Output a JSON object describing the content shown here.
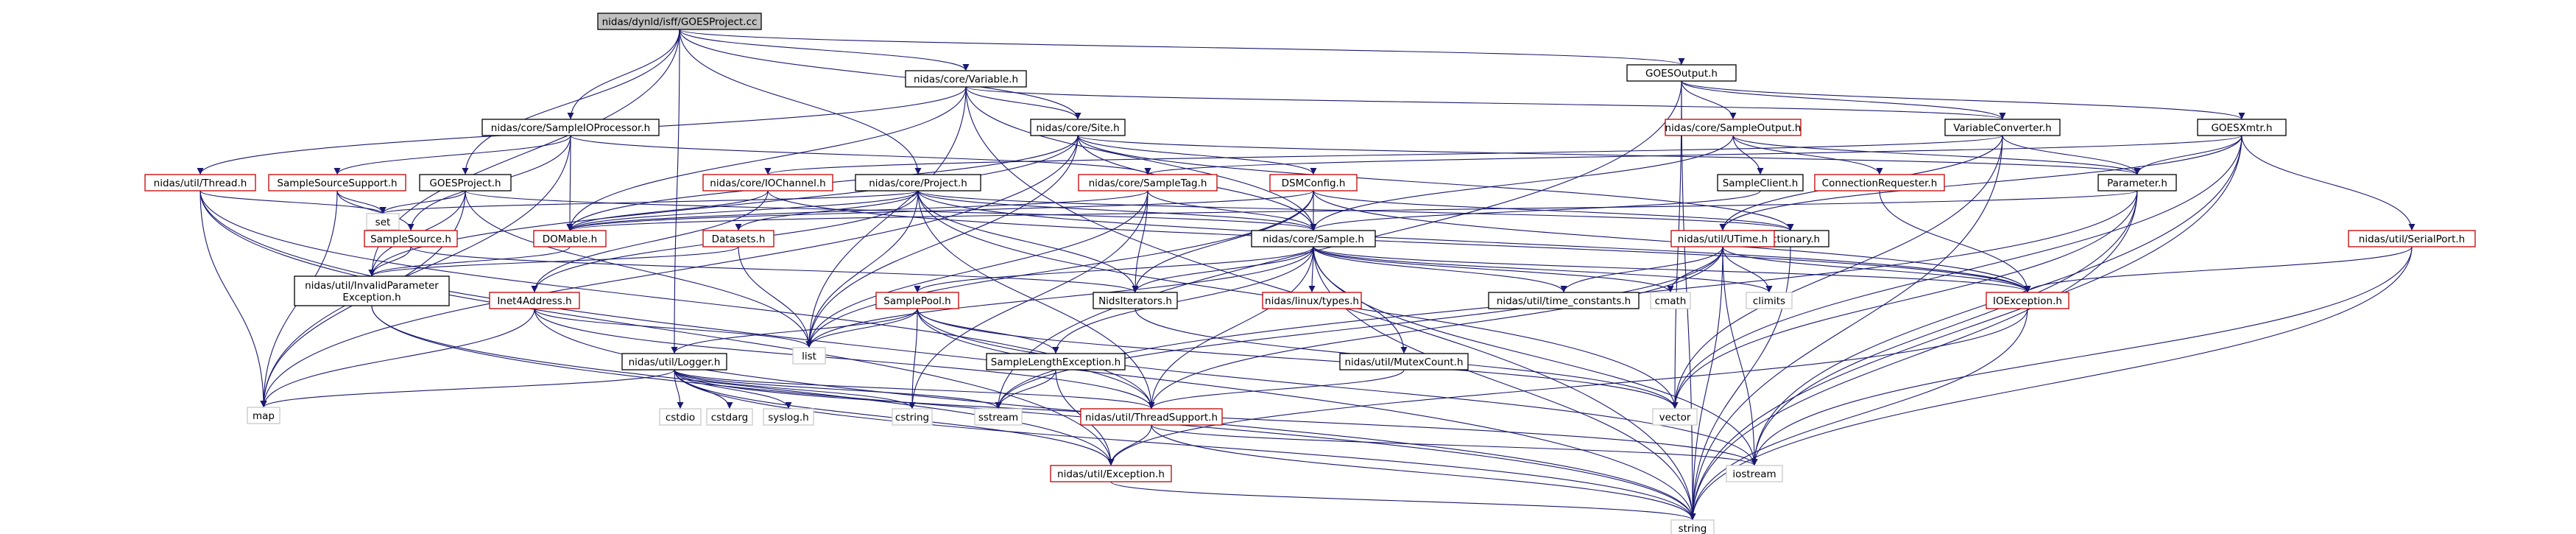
{
  "diagram": {
    "type": "include-dependency-graph",
    "root": "n0",
    "edge_color": "#191970",
    "node_styles": {
      "root": {
        "fill": "#bfbfbf",
        "border": "#000000"
      },
      "documented": {
        "fill": "#ffffff",
        "border": "#000000"
      },
      "undocumented": {
        "fill": "#ffffff",
        "border": "#c00000"
      },
      "system": {
        "fill": "#ffffff",
        "border": "#c8c8c8"
      }
    },
    "nodes": [
      {
        "id": "n0",
        "label": "nidas/dynld/isff/GOESProject.cc",
        "style": "root"
      },
      {
        "id": "n1",
        "label": "nidas/core/Variable.h",
        "style": "documented"
      },
      {
        "id": "n2",
        "label": "GOESOutput.h",
        "style": "documented"
      },
      {
        "id": "n3",
        "label": "nidas/core/SampleIOProcessor.h",
        "style": "documented"
      },
      {
        "id": "n4",
        "label": "nidas/core/Site.h",
        "style": "documented"
      },
      {
        "id": "n5",
        "label": "nidas/core/SampleOutput.h",
        "style": "undocumented"
      },
      {
        "id": "n6",
        "label": "VariableConverter.h",
        "style": "documented"
      },
      {
        "id": "n7",
        "label": "GOESXmtr.h",
        "style": "documented"
      },
      {
        "id": "n8",
        "label": "nidas/util/Thread.h",
        "style": "undocumented"
      },
      {
        "id": "n9",
        "label": "SampleSourceSupport.h",
        "style": "undocumented"
      },
      {
        "id": "n10",
        "label": "GOESProject.h",
        "style": "documented"
      },
      {
        "id": "n11",
        "label": "nidas/core/IOChannel.h",
        "style": "undocumented"
      },
      {
        "id": "n12",
        "label": "nidas/core/Project.h",
        "style": "documented"
      },
      {
        "id": "n13",
        "label": "nidas/core/SampleTag.h",
        "style": "undocumented"
      },
      {
        "id": "n14",
        "label": "DSMConfig.h",
        "style": "undocumented"
      },
      {
        "id": "n15",
        "label": "SampleClient.h",
        "style": "documented"
      },
      {
        "id": "n16",
        "label": "ConnectionRequester.h",
        "style": "undocumented"
      },
      {
        "id": "n17",
        "label": "Parameter.h",
        "style": "documented"
      },
      {
        "id": "n18",
        "label": "set",
        "style": "system"
      },
      {
        "id": "n19",
        "label": "SampleSource.h",
        "style": "undocumented"
      },
      {
        "id": "n20",
        "label": "DOMable.h",
        "style": "undocumented"
      },
      {
        "id": "n21",
        "label": "Datasets.h",
        "style": "undocumented"
      },
      {
        "id": "n22",
        "label": "nidas/core/Sample.h",
        "style": "documented"
      },
      {
        "id": "n23",
        "label": "Dictionary.h",
        "style": "documented"
      },
      {
        "id": "n24",
        "label": "nidas/util/UTime.h",
        "style": "undocumented"
      },
      {
        "id": "n25",
        "label": "nidas/util/SerialPort.h",
        "style": "undocumented"
      },
      {
        "id": "n26",
        "label": "nidas/util/InvalidParameter\nException.h",
        "style": "documented"
      },
      {
        "id": "n27",
        "label": "Inet4Address.h",
        "style": "undocumented"
      },
      {
        "id": "n28",
        "label": "SamplePool.h",
        "style": "undocumented"
      },
      {
        "id": "n29",
        "label": "NidsIterators.h",
        "style": "documented"
      },
      {
        "id": "n30",
        "label": "nidas/linux/types.h",
        "style": "undocumented"
      },
      {
        "id": "n31",
        "label": "nidas/util/time_constants.h",
        "style": "documented"
      },
      {
        "id": "n32",
        "label": "cmath",
        "style": "system"
      },
      {
        "id": "n33",
        "label": "climits",
        "style": "system"
      },
      {
        "id": "n34",
        "label": "IOException.h",
        "style": "undocumented"
      },
      {
        "id": "n35",
        "label": "list",
        "style": "system"
      },
      {
        "id": "n36",
        "label": "nidas/util/Logger.h",
        "style": "documented"
      },
      {
        "id": "n37",
        "label": "SampleLengthException.h",
        "style": "documented"
      },
      {
        "id": "n38",
        "label": "nidas/util/MutexCount.h",
        "style": "documented"
      },
      {
        "id": "n39",
        "label": "map",
        "style": "system"
      },
      {
        "id": "n40",
        "label": "cstdio",
        "style": "system"
      },
      {
        "id": "n41",
        "label": "cstdarg",
        "style": "system"
      },
      {
        "id": "n42",
        "label": "syslog.h",
        "style": "system"
      },
      {
        "id": "n43",
        "label": "cstring",
        "style": "system"
      },
      {
        "id": "n44",
        "label": "sstream",
        "style": "system"
      },
      {
        "id": "n45",
        "label": "nidas/util/ThreadSupport.h",
        "style": "undocumented"
      },
      {
        "id": "n46",
        "label": "vector",
        "style": "system"
      },
      {
        "id": "n47",
        "label": "nidas/util/Exception.h",
        "style": "undocumented"
      },
      {
        "id": "n48",
        "label": "iostream",
        "style": "system"
      },
      {
        "id": "n49",
        "label": "string",
        "style": "system"
      }
    ],
    "edges": [
      [
        "n0",
        "n1"
      ],
      [
        "n0",
        "n2"
      ],
      [
        "n0",
        "n3"
      ],
      [
        "n0",
        "n4"
      ],
      [
        "n0",
        "n10"
      ],
      [
        "n0",
        "n12"
      ],
      [
        "n0",
        "n36"
      ],
      [
        "n0",
        "n26"
      ],
      [
        "n1",
        "n4"
      ],
      [
        "n1",
        "n6"
      ],
      [
        "n1",
        "n20"
      ],
      [
        "n1",
        "n22"
      ],
      [
        "n1",
        "n35"
      ],
      [
        "n1",
        "n49"
      ],
      [
        "n1",
        "n8"
      ],
      [
        "n2",
        "n5"
      ],
      [
        "n2",
        "n6"
      ],
      [
        "n2",
        "n7"
      ],
      [
        "n2",
        "n46"
      ],
      [
        "n2",
        "n44"
      ],
      [
        "n2",
        "n49"
      ],
      [
        "n3",
        "n9"
      ],
      [
        "n3",
        "n19"
      ],
      [
        "n3",
        "n20"
      ],
      [
        "n3",
        "n13"
      ],
      [
        "n3",
        "n39"
      ],
      [
        "n4",
        "n14"
      ],
      [
        "n4",
        "n20"
      ],
      [
        "n4",
        "n22"
      ],
      [
        "n4",
        "n23"
      ],
      [
        "n4",
        "n17"
      ],
      [
        "n4",
        "n35"
      ],
      [
        "n4",
        "n26"
      ],
      [
        "n4",
        "n39"
      ],
      [
        "n5",
        "n15"
      ],
      [
        "n5",
        "n16"
      ],
      [
        "n5",
        "n22"
      ],
      [
        "n5",
        "n17"
      ],
      [
        "n6",
        "n17"
      ],
      [
        "n6",
        "n11"
      ],
      [
        "n6",
        "n24"
      ],
      [
        "n6",
        "n46"
      ],
      [
        "n6",
        "n49"
      ],
      [
        "n7",
        "n13"
      ],
      [
        "n7",
        "n17"
      ],
      [
        "n7",
        "n25"
      ],
      [
        "n7",
        "n24"
      ],
      [
        "n7",
        "n46"
      ],
      [
        "n7",
        "n48"
      ],
      [
        "n7",
        "n49"
      ],
      [
        "n8",
        "n18"
      ],
      [
        "n8",
        "n39"
      ],
      [
        "n8",
        "n47"
      ],
      [
        "n8",
        "n49"
      ],
      [
        "n8",
        "n45"
      ],
      [
        "n9",
        "n18"
      ],
      [
        "n9",
        "n19"
      ],
      [
        "n9",
        "n39"
      ],
      [
        "n10",
        "n18"
      ],
      [
        "n10",
        "n26"
      ],
      [
        "n10",
        "n35"
      ],
      [
        "n10",
        "n22"
      ],
      [
        "n10",
        "n39"
      ],
      [
        "n11",
        "n20"
      ],
      [
        "n11",
        "n27"
      ],
      [
        "n11",
        "n34"
      ],
      [
        "n12",
        "n18"
      ],
      [
        "n12",
        "n20"
      ],
      [
        "n12",
        "n21"
      ],
      [
        "n12",
        "n27"
      ],
      [
        "n12",
        "n29"
      ],
      [
        "n12",
        "n22"
      ],
      [
        "n12",
        "n23"
      ],
      [
        "n12",
        "n35"
      ],
      [
        "n12",
        "n45"
      ],
      [
        "n12",
        "n46"
      ],
      [
        "n12",
        "n34"
      ],
      [
        "n13",
        "n20"
      ],
      [
        "n13",
        "n22"
      ],
      [
        "n13",
        "n29"
      ],
      [
        "n13",
        "n35"
      ],
      [
        "n13",
        "n43"
      ],
      [
        "n14",
        "n20"
      ],
      [
        "n14",
        "n22"
      ],
      [
        "n14",
        "n29"
      ],
      [
        "n14",
        "n35"
      ],
      [
        "n14",
        "n34"
      ],
      [
        "n14",
        "n23"
      ],
      [
        "n15",
        "n22"
      ],
      [
        "n16",
        "n34"
      ],
      [
        "n17",
        "n20"
      ],
      [
        "n17",
        "n48"
      ],
      [
        "n17",
        "n46"
      ],
      [
        "n17",
        "n49"
      ],
      [
        "n17",
        "n44"
      ],
      [
        "n19",
        "n26"
      ],
      [
        "n19",
        "n29"
      ],
      [
        "n20",
        "n26"
      ],
      [
        "n21",
        "n26"
      ],
      [
        "n21",
        "n35"
      ],
      [
        "n22",
        "n28"
      ],
      [
        "n22",
        "n29"
      ],
      [
        "n22",
        "n30"
      ],
      [
        "n22",
        "n31"
      ],
      [
        "n22",
        "n32"
      ],
      [
        "n22",
        "n33"
      ],
      [
        "n22",
        "n34"
      ],
      [
        "n22",
        "n38"
      ],
      [
        "n22",
        "n37"
      ],
      [
        "n22",
        "n45"
      ],
      [
        "n22",
        "n48"
      ],
      [
        "n22",
        "n49"
      ],
      [
        "n22",
        "n35"
      ],
      [
        "n23",
        "n49"
      ],
      [
        "n24",
        "n31"
      ],
      [
        "n24",
        "n32"
      ],
      [
        "n24",
        "n33"
      ],
      [
        "n24",
        "n34"
      ],
      [
        "n24",
        "n45"
      ],
      [
        "n24",
        "n48"
      ],
      [
        "n24",
        "n49"
      ],
      [
        "n24",
        "n44"
      ],
      [
        "n25",
        "n34"
      ],
      [
        "n25",
        "n48"
      ],
      [
        "n25",
        "n49"
      ],
      [
        "n26",
        "n47"
      ],
      [
        "n26",
        "n49"
      ],
      [
        "n27",
        "n35"
      ],
      [
        "n27",
        "n39"
      ],
      [
        "n27",
        "n45"
      ],
      [
        "n27",
        "n49"
      ],
      [
        "n28",
        "n36"
      ],
      [
        "n28",
        "n35"
      ],
      [
        "n28",
        "n37"
      ],
      [
        "n28",
        "n45"
      ],
      [
        "n28",
        "n43"
      ],
      [
        "n28",
        "n46"
      ],
      [
        "n28",
        "n48"
      ],
      [
        "n34",
        "n47"
      ],
      [
        "n34",
        "n49"
      ],
      [
        "n36",
        "n39"
      ],
      [
        "n36",
        "n40"
      ],
      [
        "n36",
        "n41"
      ],
      [
        "n36",
        "n42"
      ],
      [
        "n36",
        "n43"
      ],
      [
        "n36",
        "n44"
      ],
      [
        "n36",
        "n45"
      ],
      [
        "n36",
        "n47"
      ],
      [
        "n36",
        "n48"
      ],
      [
        "n36",
        "n49"
      ],
      [
        "n37",
        "n47"
      ],
      [
        "n37",
        "n44"
      ],
      [
        "n38",
        "n45"
      ],
      [
        "n29",
        "n46"
      ],
      [
        "n45",
        "n47"
      ],
      [
        "n45",
        "n48"
      ],
      [
        "n45",
        "n49"
      ],
      [
        "n47",
        "n49"
      ]
    ]
  }
}
